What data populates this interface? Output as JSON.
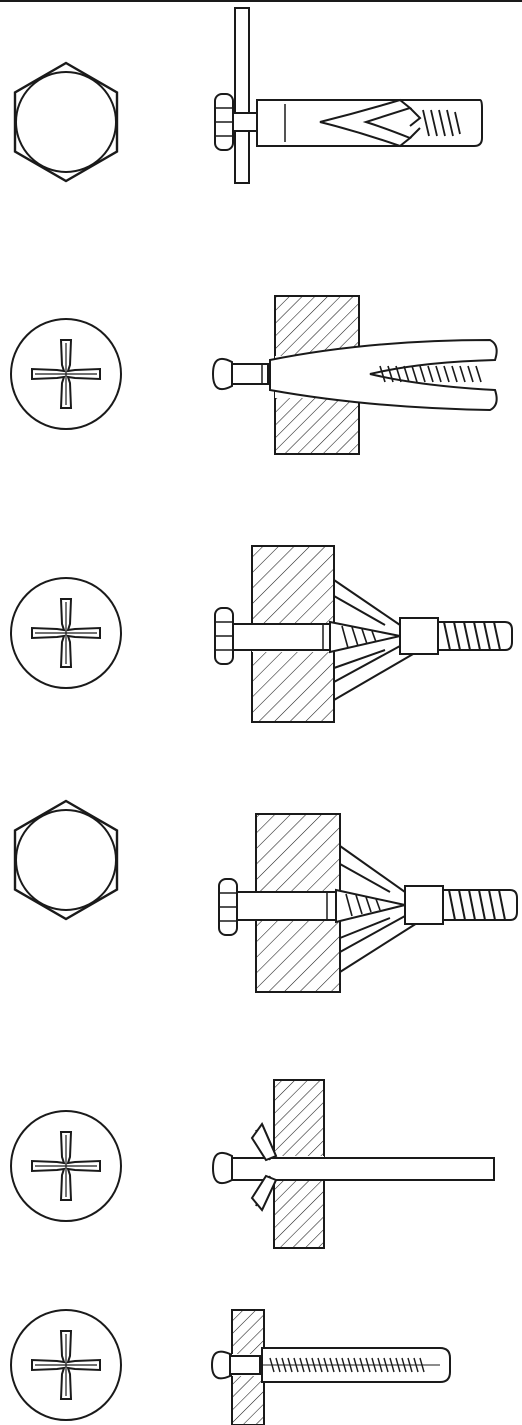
{
  "colors": {
    "ink": "#1a1a1a",
    "paper": "#ffffff"
  },
  "rows": [
    {
      "head_icon": "hex-head-icon",
      "anchor": "cavity-anchor-unexpanded"
    },
    {
      "head_icon": "phillips-head-icon",
      "anchor": "expanded-anchor-in-wall"
    },
    {
      "head_icon": "phillips-head-icon",
      "anchor": "spring-wing-anchor-in-wall"
    },
    {
      "head_icon": "hex-head-icon",
      "anchor": "spring-wing-anchor-in-wall"
    },
    {
      "head_icon": "phillips-head-icon",
      "anchor": "toggle-rod-in-wall"
    },
    {
      "head_icon": "phillips-head-icon",
      "anchor": "sleeve-anchor-in-thin-wall"
    }
  ]
}
